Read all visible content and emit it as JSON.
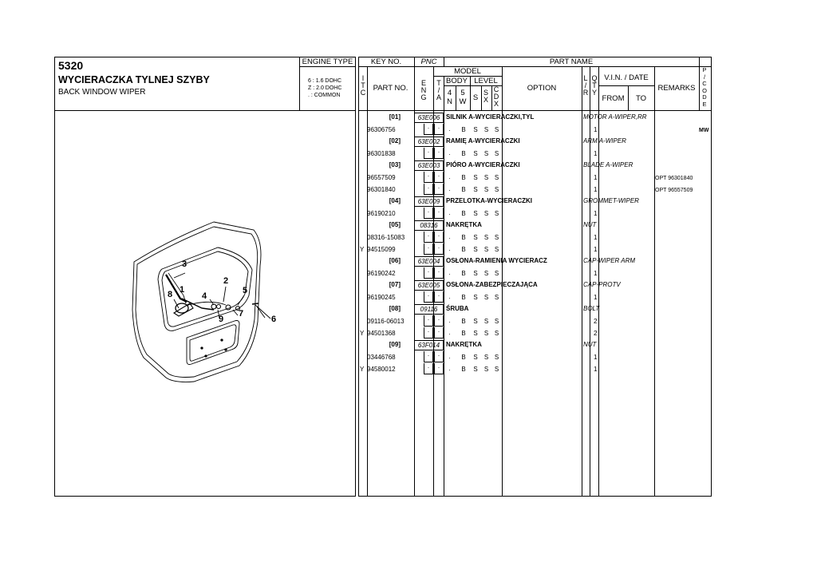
{
  "header": {
    "page_code": "5320",
    "title_pl": "WYCIERACZKA TYLNEJ SZYBY",
    "title_en": "BACK WINDOW WIPER",
    "engine_type_label": "ENGINE TYPE",
    "engine_lines": [
      "6 : 1.6 DOHC",
      "Z : 2.0 DOHC",
      ". : COMMON"
    ],
    "key_no_label": "KEY NO.",
    "pnc_label": "PNC",
    "part_name_label": "PART NAME",
    "itc": [
      "I",
      "T",
      "C"
    ],
    "part_no_label": "PART NO.",
    "model_label": "MODEL",
    "body_label": "BODY",
    "level_label": "LEVEL",
    "eng": [
      "E",
      "N",
      "G"
    ],
    "ta": [
      "T",
      "/",
      "A"
    ],
    "body_cols": [
      "4 N",
      "5 W"
    ],
    "level_s": "S",
    "level_sx": [
      "S",
      "X"
    ],
    "level_cdx": [
      "C",
      "D",
      "X"
    ],
    "option_label": "OPTION",
    "lr": [
      "L",
      "/",
      "R"
    ],
    "qty": [
      "Q",
      "T",
      "Y"
    ],
    "vin_label": "V.I.N. / DATE",
    "from_label": "FROM",
    "to_label": "TO",
    "remarks_label": "REMARKS",
    "pcode": [
      "P",
      "/",
      "C",
      "O",
      "D",
      "E"
    ]
  },
  "diagram": {
    "callouts": [
      "1",
      "2",
      "3",
      "4",
      "5",
      "6",
      "7",
      "8",
      "9"
    ]
  },
  "groups": [
    {
      "key": "[01]",
      "pnc": "63E006",
      "name_pl": "SILNIK A-WYCIERACZKI,TYL",
      "name_en": "MOTOR A-WIPER,RR",
      "parts": [
        {
          "prefix": "",
          "no": "96306756",
          "eng": ".",
          "ta": ".",
          "dot": ".",
          "body": "B",
          "s1": "S",
          "s2": "S",
          "s3": "S",
          "qty": "1",
          "remark": "",
          "pcode": "MW"
        }
      ]
    },
    {
      "key": "[02]",
      "pnc": "63E002",
      "name_pl": "RAMIĘ A-WYCIERACZKI",
      "name_en": "ARM A-WIPER",
      "parts": [
        {
          "prefix": "",
          "no": "96301838",
          "eng": ".",
          "ta": ".",
          "dot": ".",
          "body": "B",
          "s1": "S",
          "s2": "S",
          "s3": "S",
          "qty": "1",
          "remark": "",
          "pcode": ""
        }
      ]
    },
    {
      "key": "[03]",
      "pnc": "63E003",
      "name_pl": "PIÓRO A-WYCIERACZKI",
      "name_en": "BLADE A-WIPER",
      "parts": [
        {
          "prefix": "",
          "no": "96557509",
          "eng": ".",
          "ta": ".",
          "dot": ".",
          "body": "B",
          "s1": "S",
          "s2": "S",
          "s3": "S",
          "qty": "1",
          "remark": "OPT 96301840",
          "pcode": ""
        },
        {
          "prefix": "",
          "no": "96301840",
          "eng": ".",
          "ta": ".",
          "dot": ".",
          "body": "B",
          "s1": "S",
          "s2": "S",
          "s3": "S",
          "qty": "1",
          "remark": "OPT 96557509",
          "pcode": ""
        }
      ]
    },
    {
      "key": "[04]",
      "pnc": "63E009",
      "name_pl": "PRZELOTKA-WYCIERACZKI",
      "name_en": "GROMMET-WIPER",
      "parts": [
        {
          "prefix": "",
          "no": "96190210",
          "eng": ".",
          "ta": ".",
          "dot": ".",
          "body": "B",
          "s1": "S",
          "s2": "S",
          "s3": "S",
          "qty": "1",
          "remark": "",
          "pcode": ""
        }
      ]
    },
    {
      "key": "[05]",
      "pnc": "08316",
      "name_pl": "NAKRĘTKA",
      "name_en": "NUT",
      "parts": [
        {
          "prefix": "",
          "no": "08316-15083",
          "eng": ".",
          "ta": ".",
          "dot": ".",
          "body": "B",
          "s1": "S",
          "s2": "S",
          "s3": "S",
          "qty": "1",
          "remark": "",
          "pcode": ""
        },
        {
          "prefix": "Y",
          "no": "94515099",
          "eng": ".",
          "ta": ".",
          "dot": ".",
          "body": "B",
          "s1": "S",
          "s2": "S",
          "s3": "S",
          "qty": "1",
          "remark": "",
          "pcode": ""
        }
      ]
    },
    {
      "key": "[06]",
      "pnc": "63E004",
      "name_pl": "OSŁONA-RAMIENIA WYCIERACZ",
      "name_en": "CAP-WIPER ARM",
      "parts": [
        {
          "prefix": "",
          "no": "96190242",
          "eng": ".",
          "ta": ".",
          "dot": ".",
          "body": "B",
          "s1": "S",
          "s2": "S",
          "s3": "S",
          "qty": "1",
          "remark": "",
          "pcode": ""
        }
      ]
    },
    {
      "key": "[07]",
      "pnc": "63E005",
      "name_pl": "OSŁONA-ZABEZPIECZAJĄCA",
      "name_en": "CAP-PROTV",
      "parts": [
        {
          "prefix": "",
          "no": "96190245",
          "eng": ".",
          "ta": ".",
          "dot": ".",
          "body": "B",
          "s1": "S",
          "s2": "S",
          "s3": "S",
          "qty": "1",
          "remark": "",
          "pcode": ""
        }
      ]
    },
    {
      "key": "[08]",
      "pnc": "09116",
      "name_pl": "ŚRUBA",
      "name_en": "BOLT",
      "parts": [
        {
          "prefix": "",
          "no": "09116-06013",
          "eng": ".",
          "ta": ".",
          "dot": ".",
          "body": "B",
          "s1": "S",
          "s2": "S",
          "s3": "S",
          "qty": "2",
          "remark": "",
          "pcode": ""
        },
        {
          "prefix": "Y",
          "no": "94501368",
          "eng": ".",
          "ta": ".",
          "dot": ".",
          "body": "B",
          "s1": "S",
          "s2": "S",
          "s3": "S",
          "qty": "2",
          "remark": "",
          "pcode": ""
        }
      ]
    },
    {
      "key": "[09]",
      "pnc": "63F014",
      "name_pl": "NAKRĘTKA",
      "name_en": "NUT",
      "parts": [
        {
          "prefix": "",
          "no": "03446768",
          "eng": ".",
          "ta": ".",
          "dot": ".",
          "body": "B",
          "s1": "S",
          "s2": "S",
          "s3": "S",
          "qty": "1",
          "remark": "",
          "pcode": ""
        },
        {
          "prefix": "Y",
          "no": "94580012",
          "eng": ".",
          "ta": ".",
          "dot": ".",
          "body": "B",
          "s1": "S",
          "s2": "S",
          "s3": "S",
          "qty": "1",
          "remark": "",
          "pcode": ""
        }
      ]
    }
  ]
}
